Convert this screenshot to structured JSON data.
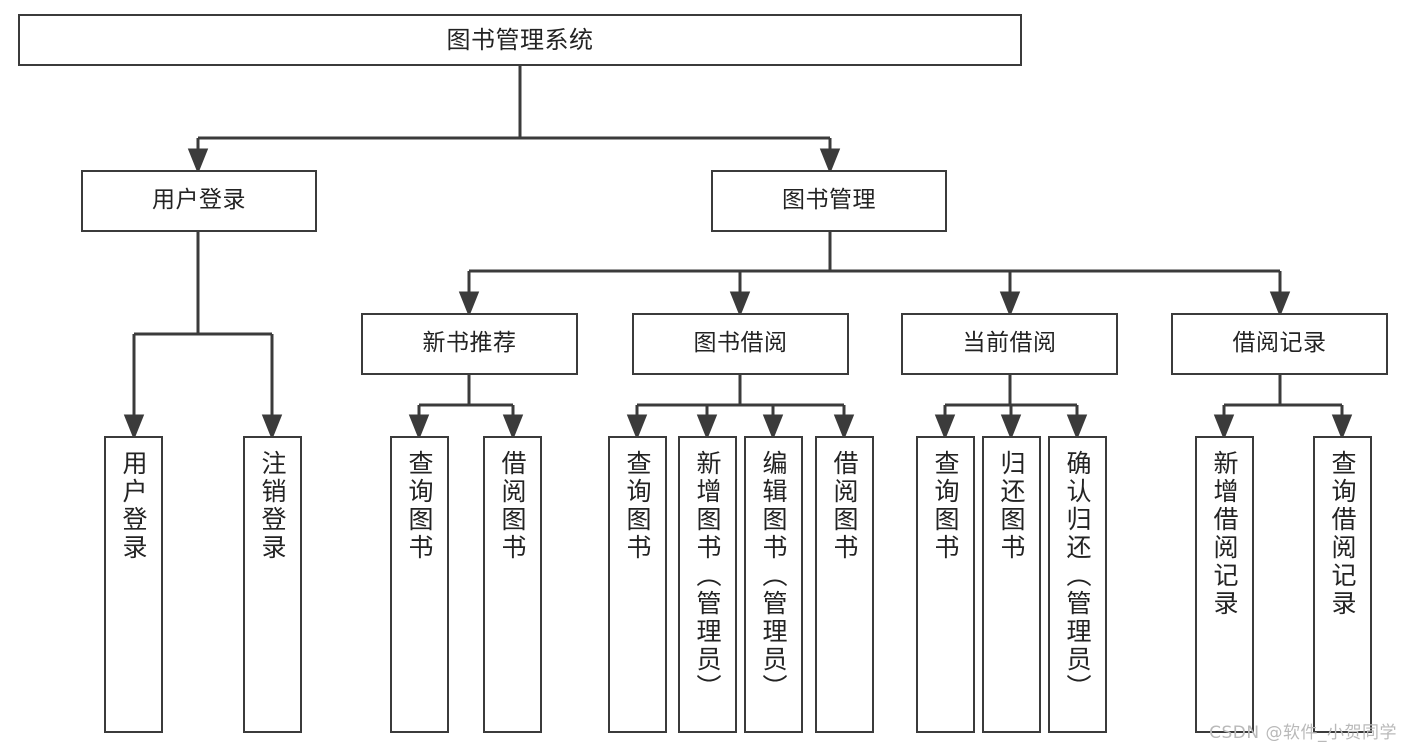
{
  "diagram": {
    "title": "图书管理系统",
    "watermark": "CSDN @软件_小贺同学",
    "line_color": "#3b3b3b",
    "box_fill": "#ffffff",
    "text_color": "#232323",
    "watermark_color": "#b9b9b9",
    "root": {
      "label": "图书管理系统"
    },
    "level2": [
      {
        "label": "用户登录"
      },
      {
        "label": "图书管理"
      }
    ],
    "level3": [
      {
        "label": "新书推荐"
      },
      {
        "label": "图书借阅"
      },
      {
        "label": "当前借阅"
      },
      {
        "label": "借阅记录"
      }
    ],
    "leaves": {
      "user_login": [
        {
          "label": "用户登录"
        },
        {
          "label": "注销登录"
        }
      ],
      "new_book_recommend": [
        {
          "label": "查询图书"
        },
        {
          "label": "借阅图书"
        }
      ],
      "book_borrow": [
        {
          "label": "查询图书"
        },
        {
          "label": "新增图书（管理员）"
        },
        {
          "label": "编辑图书（管理员）"
        },
        {
          "label": "借阅图书"
        }
      ],
      "current_borrow": [
        {
          "label": "查询图书"
        },
        {
          "label": "归还图书"
        },
        {
          "label": "确认归还（管理员）"
        }
      ],
      "borrow_record": [
        {
          "label": "新增借阅记录"
        },
        {
          "label": "查询借阅记录"
        }
      ]
    }
  }
}
